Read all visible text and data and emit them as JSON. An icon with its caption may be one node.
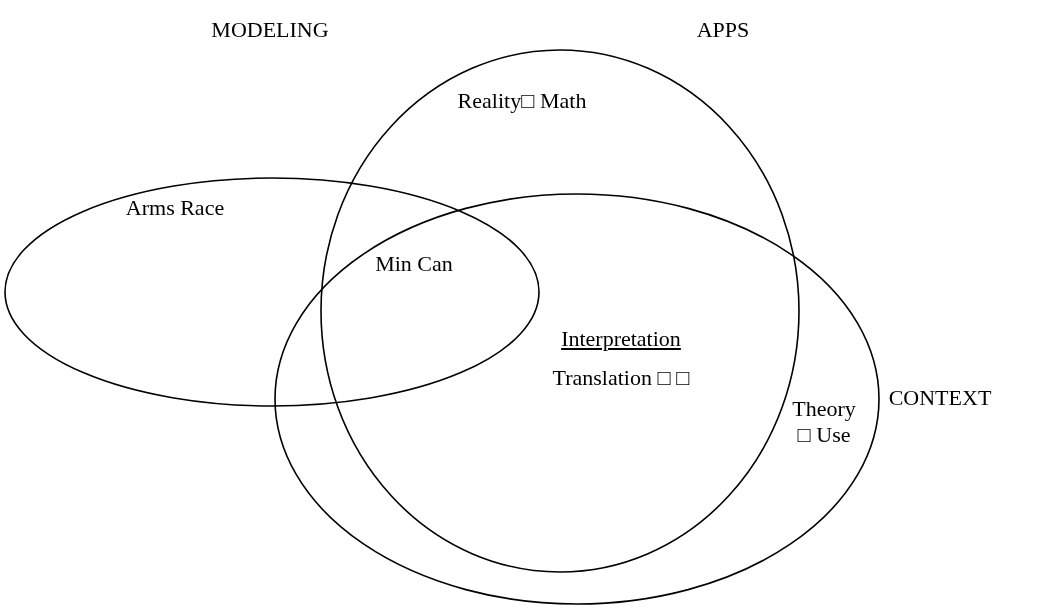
{
  "diagram": {
    "nodes": [
      {
        "text": [
          "Arms Race"
        ]
      },
      {
        "text": [
          "Reality□ Math"
        ]
      },
      {
        "text": [
          "Theory □ Use"
        ]
      }
    ],
    "labels": [
      "MODELING",
      "APPS",
      "Min Can",
      "Interpretation",
      "Translation □ □",
      "CONTEXT"
    ]
  }
}
